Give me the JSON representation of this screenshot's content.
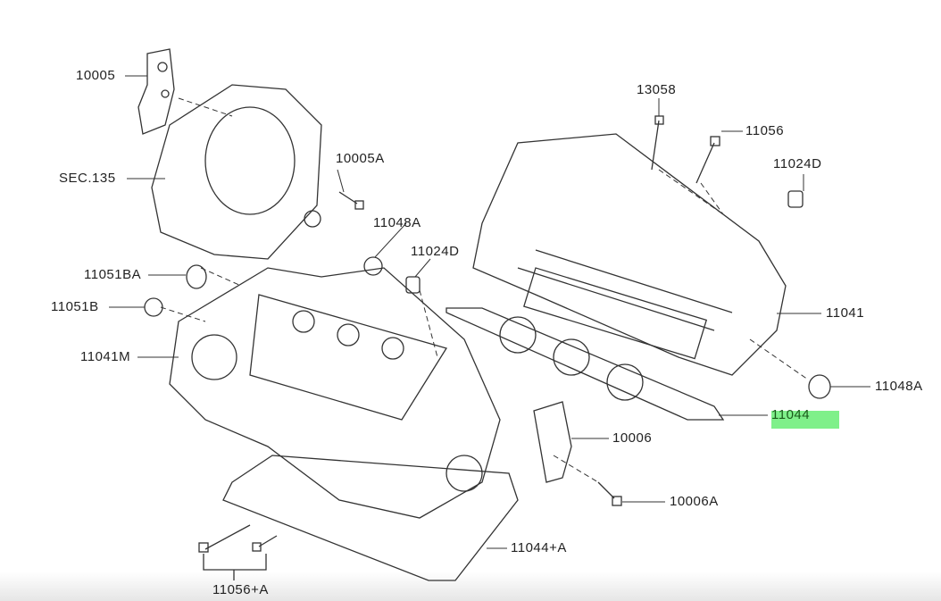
{
  "highlight_color": "#7ff08a",
  "labels": {
    "l10005": "10005",
    "sec135": "SEC.135",
    "l10005A": "10005A",
    "l11048A_left": "11048A",
    "l11024D_center": "11024D",
    "l11051BA": "11051BA",
    "l11051B": "11051B",
    "l11041M": "11041M",
    "l13058": "13058",
    "l11056": "11056",
    "l11024D_right": "11024D",
    "l11041": "11041",
    "l11048A_right": "11048A",
    "l11044": "11044",
    "l10006": "10006",
    "l10006A": "10006A",
    "l11044A": "11044+A",
    "l11056A": "11056+A"
  }
}
